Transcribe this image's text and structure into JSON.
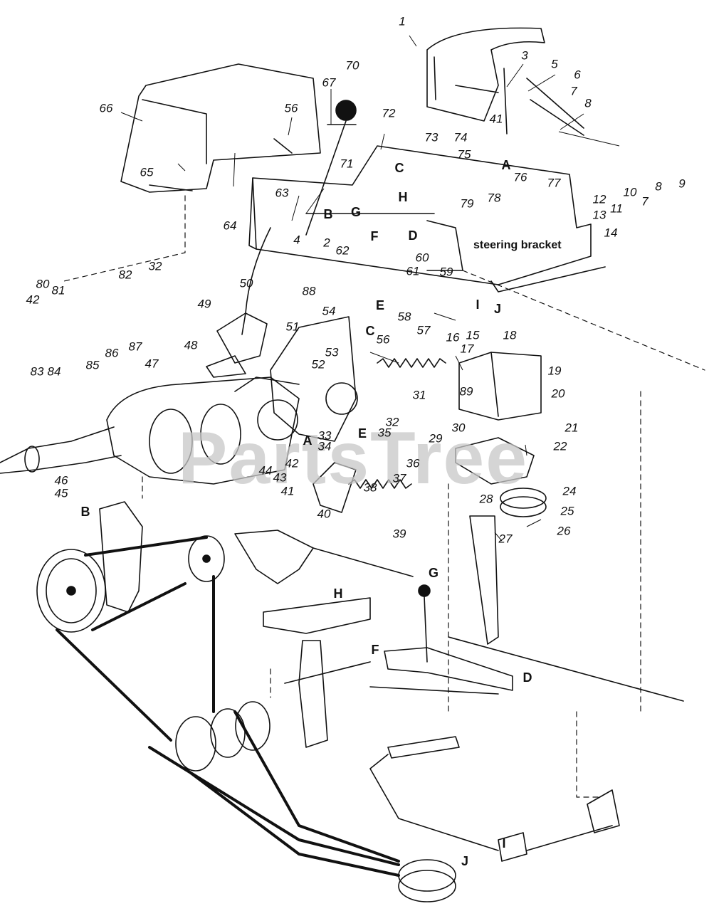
{
  "diagram": {
    "watermark": "PartsTree",
    "label_text": "steering bracket",
    "part_numbers": [
      "1",
      "2",
      "3",
      "4",
      "5",
      "6",
      "7",
      "7",
      "8",
      "8",
      "9",
      "10",
      "11",
      "12",
      "13",
      "14",
      "15",
      "16",
      "17",
      "18",
      "19",
      "20",
      "21",
      "22",
      "24",
      "25",
      "26",
      "27",
      "28",
      "29",
      "30",
      "31",
      "32",
      "32",
      "33",
      "34",
      "35",
      "36",
      "37",
      "38",
      "39",
      "40",
      "41",
      "41",
      "42",
      "42",
      "43",
      "44",
      "45",
      "46",
      "47",
      "48",
      "49",
      "50",
      "51",
      "52",
      "53",
      "54",
      "56",
      "56",
      "57",
      "58",
      "59",
      "60",
      "61",
      "62",
      "63",
      "64",
      "65",
      "66",
      "67",
      "70",
      "71",
      "72",
      "73",
      "74",
      "75",
      "76",
      "77",
      "78",
      "79",
      "80",
      "81",
      "82",
      "83",
      "84",
      "85",
      "86",
      "87",
      "88",
      "89"
    ],
    "reference_letters": [
      "A",
      "A",
      "B",
      "B",
      "C",
      "C",
      "D",
      "D",
      "E",
      "E",
      "F",
      "F",
      "G",
      "G",
      "H",
      "H",
      "I",
      "I",
      "J",
      "J"
    ]
  }
}
